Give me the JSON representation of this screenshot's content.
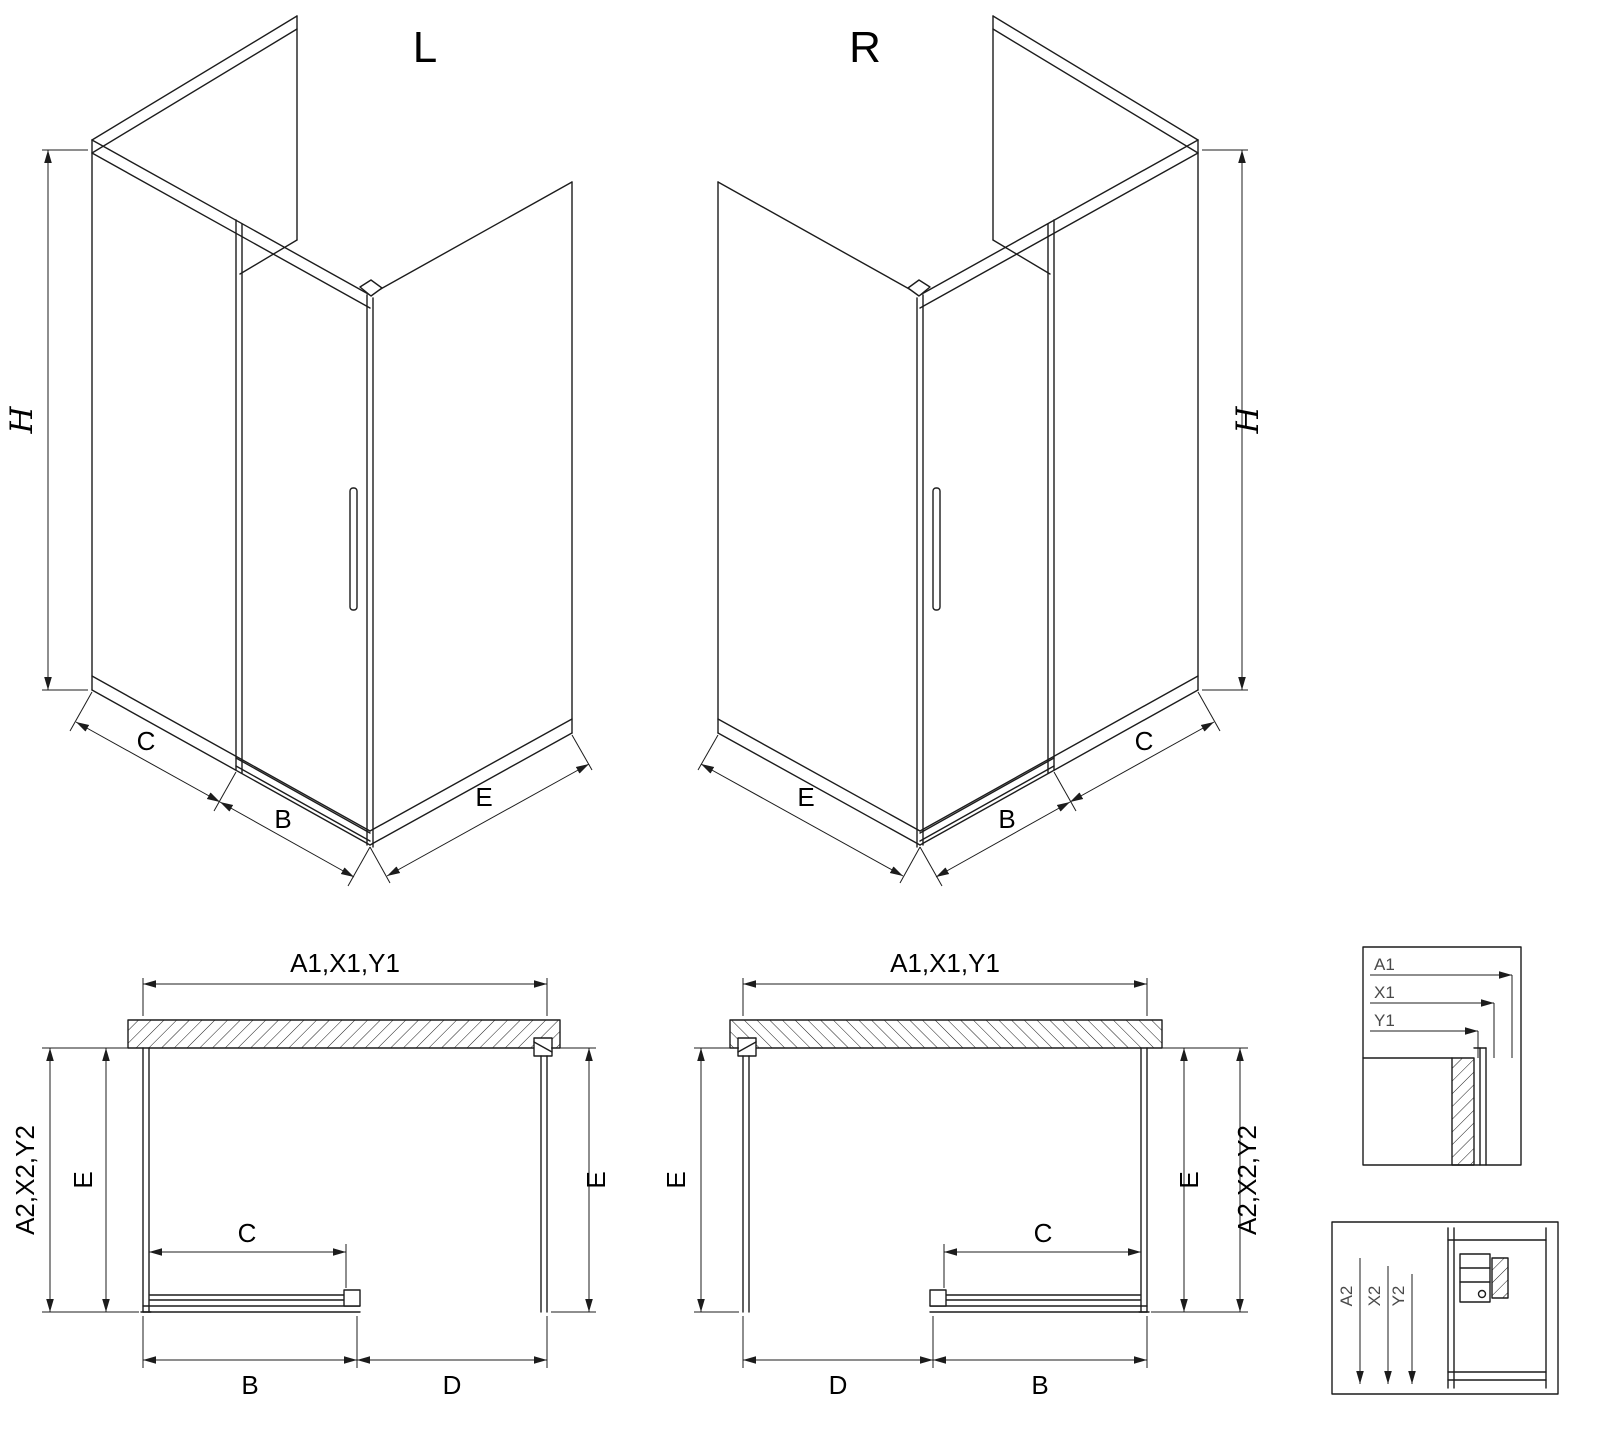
{
  "views": {
    "iso_left": {
      "variant": "L"
    },
    "iso_right": {
      "variant": "R"
    }
  },
  "dim_labels": {
    "height": "H",
    "fixed_panel_width": "C",
    "door_width": "B",
    "side_wall_depth": "E",
    "entry_width": "D",
    "overall_width": "A1,X1,Y1",
    "overall_depth": "A2,X2,Y2"
  },
  "detail_top": {
    "a1": "A1",
    "x1": "X1",
    "y1": "Y1"
  },
  "detail_bottom": {
    "a2": "A2",
    "x2": "X2",
    "y2": "Y2"
  }
}
